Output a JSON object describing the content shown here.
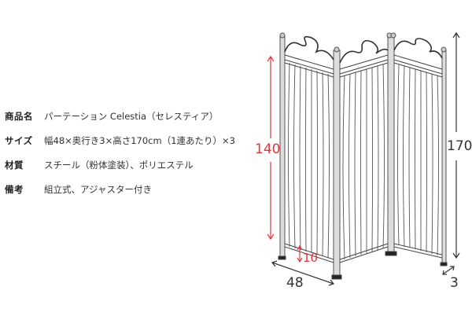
{
  "specs": [
    {
      "label": "商品名",
      "value": "パーテーション Celestia（セレスティア）"
    },
    {
      "label": "サイズ",
      "value": "幅48×奥行き3×高さ170cm（1連あたり）×3"
    },
    {
      "label": "材質",
      "value": "スチール（粉体塗装）、ポリエステル"
    },
    {
      "label": "備考",
      "value": "組立式、アジャスター付き"
    }
  ],
  "dimensions": {
    "inner_height": "140",
    "total_height": "170",
    "leg_clearance": "10",
    "width": "48",
    "depth": "3"
  },
  "colors": {
    "accent_red": "#e0353b",
    "line_dark": "#333333",
    "frame_gray": "#9a9a9a"
  }
}
